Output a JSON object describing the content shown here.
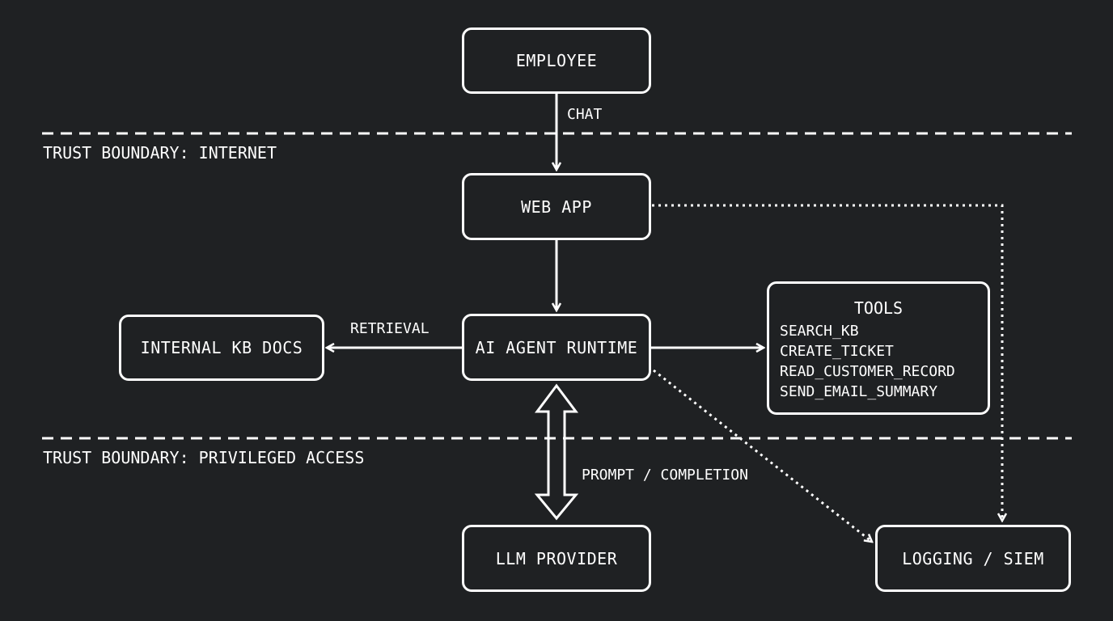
{
  "boundaries": {
    "internet": "TRUST BOUNDARY: INTERNET",
    "privileged": "TRUST BOUNDARY: PRIVILEGED ACCESS"
  },
  "nodes": {
    "employee": "EMPLOYEE",
    "web_app": "WEB APP",
    "agent_runtime": "AI AGENT RUNTIME",
    "kb_docs": "INTERNAL KB DOCS",
    "llm_provider": "LLM PROVIDER",
    "logging": "LOGGING / SIEM"
  },
  "tools": {
    "title": "TOOLS",
    "items": [
      "SEARCH_KB",
      "CREATE_TICKET",
      "READ_CUSTOMER_RECORD",
      "SEND_EMAIL_SUMMARY"
    ]
  },
  "edges": {
    "chat": "CHAT",
    "retrieval": "RETRIEVAL",
    "prompt_completion": "PROMPT / COMPLETION"
  }
}
